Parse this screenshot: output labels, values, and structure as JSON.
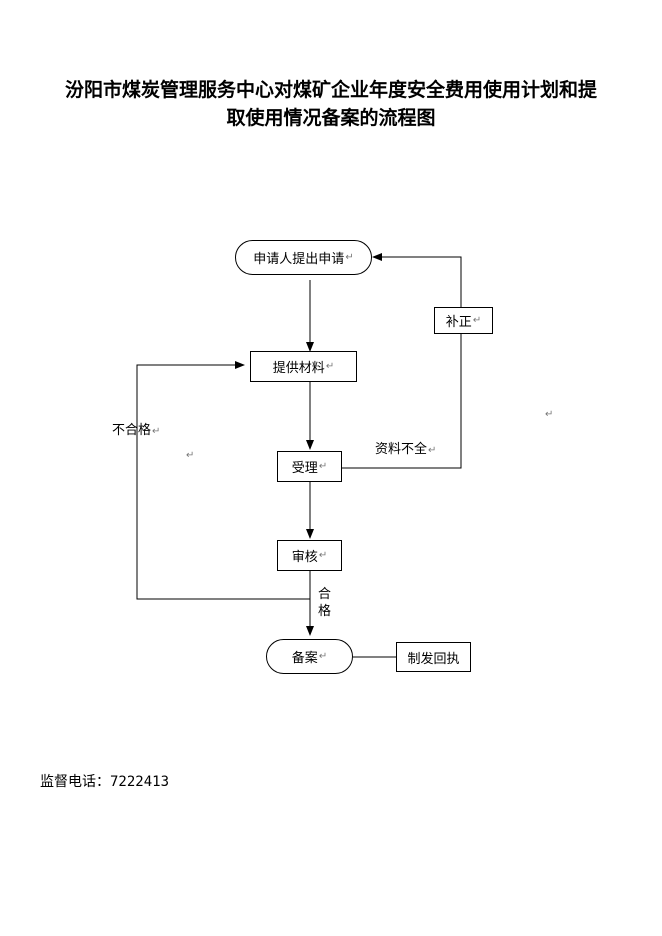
{
  "title": {
    "line1": "汾阳市煤炭管理服务中心对煤矿企业年度安全费用使用计划和提",
    "line2": "取使用情况备案的流程图"
  },
  "paragraph_mark": "↵",
  "flow": {
    "nodes": {
      "apply": "申请人提出申请",
      "provide": "提供材料",
      "accept": "受理",
      "review": "审核",
      "record": "备案",
      "receipt": "制发回执",
      "correct": "补正"
    },
    "labels": {
      "unqualified": "不合格",
      "incomplete": "资料不全",
      "qualified_line1": "合",
      "qualified_line2": "格"
    }
  },
  "footer": {
    "label": "监督电话：",
    "phone": "7222413"
  }
}
